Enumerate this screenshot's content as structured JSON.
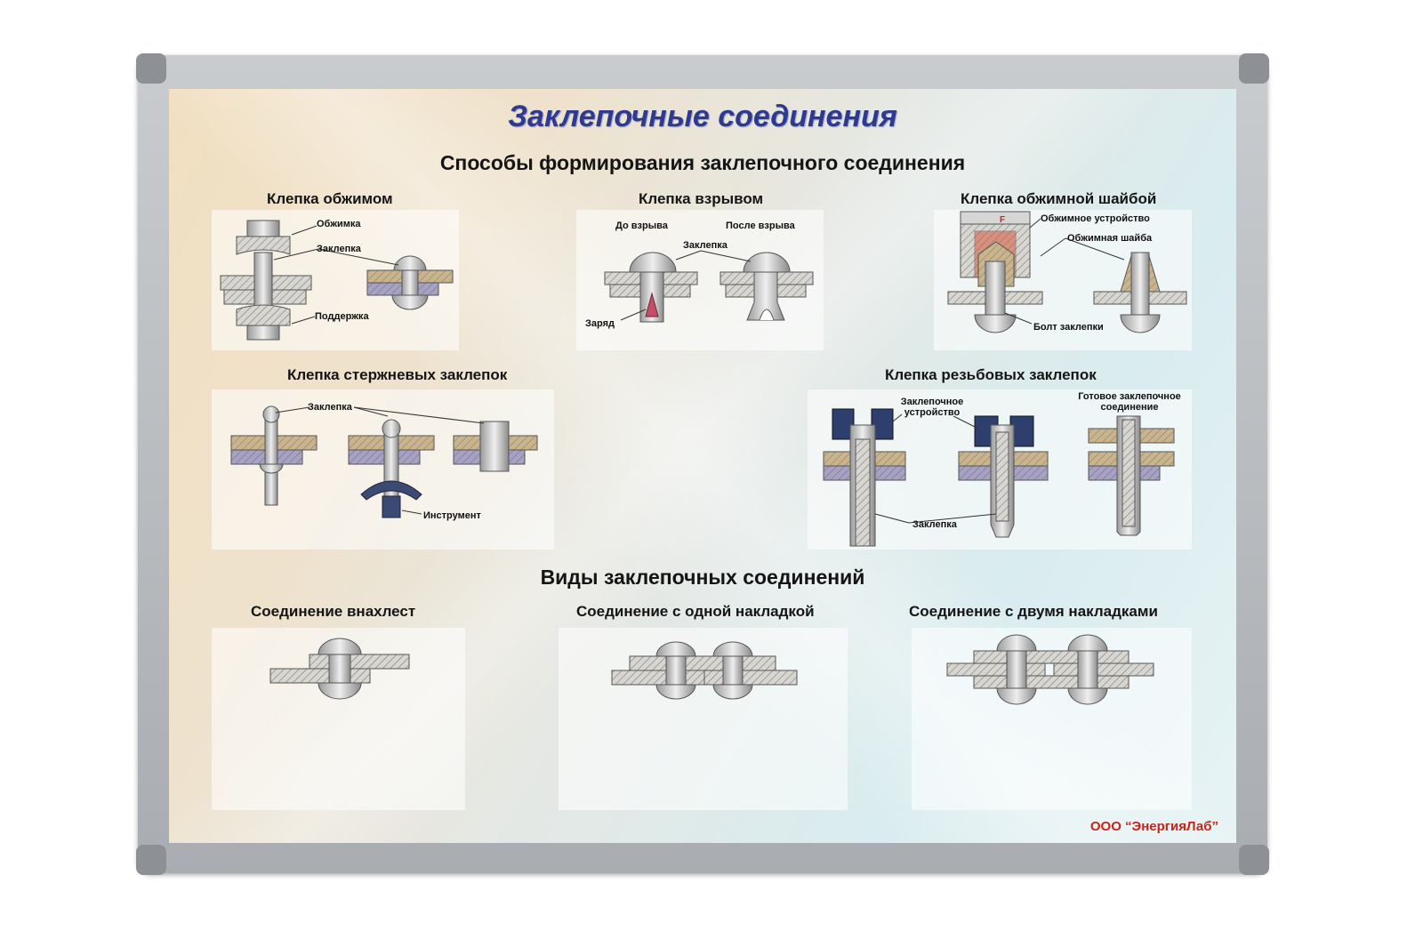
{
  "poster": {
    "title": "Заклепочные соединения",
    "section1": "Способы формирования заклепочного соединения",
    "section2": "Виды заклепочных соединений",
    "brand": "ООО “ЭнергияЛаб”"
  },
  "methods": {
    "crimp": {
      "title": "Клепка обжимом",
      "c1": "Обжимка",
      "c2": "Заклепка",
      "c3": "Поддержка"
    },
    "explosion": {
      "title": "Клепка взрывом",
      "c1": "До взрыва",
      "c2": "После взрыва",
      "c3": "Заклепка",
      "c4": "Заряд"
    },
    "washer": {
      "title": "Клепка обжимной шайбой",
      "c1": "Обжимное устройство",
      "c2": "Обжимная шайба",
      "c3": "Болт заклепки",
      "c4": "F"
    },
    "rod": {
      "title": "Клепка стержневых заклепок",
      "c1": "Заклепка",
      "c2": "Инструмент"
    },
    "thread": {
      "title": "Клепка резьбовых заклепок",
      "c1": "Заклепочное устройство",
      "c2": "Готовое заклепочное соединение",
      "c3": "Заклепка"
    }
  },
  "joints": {
    "lap": "Соединение внахлест",
    "single": "Соединение с одной накладкой",
    "double": "Соединение с двумя накладками"
  }
}
